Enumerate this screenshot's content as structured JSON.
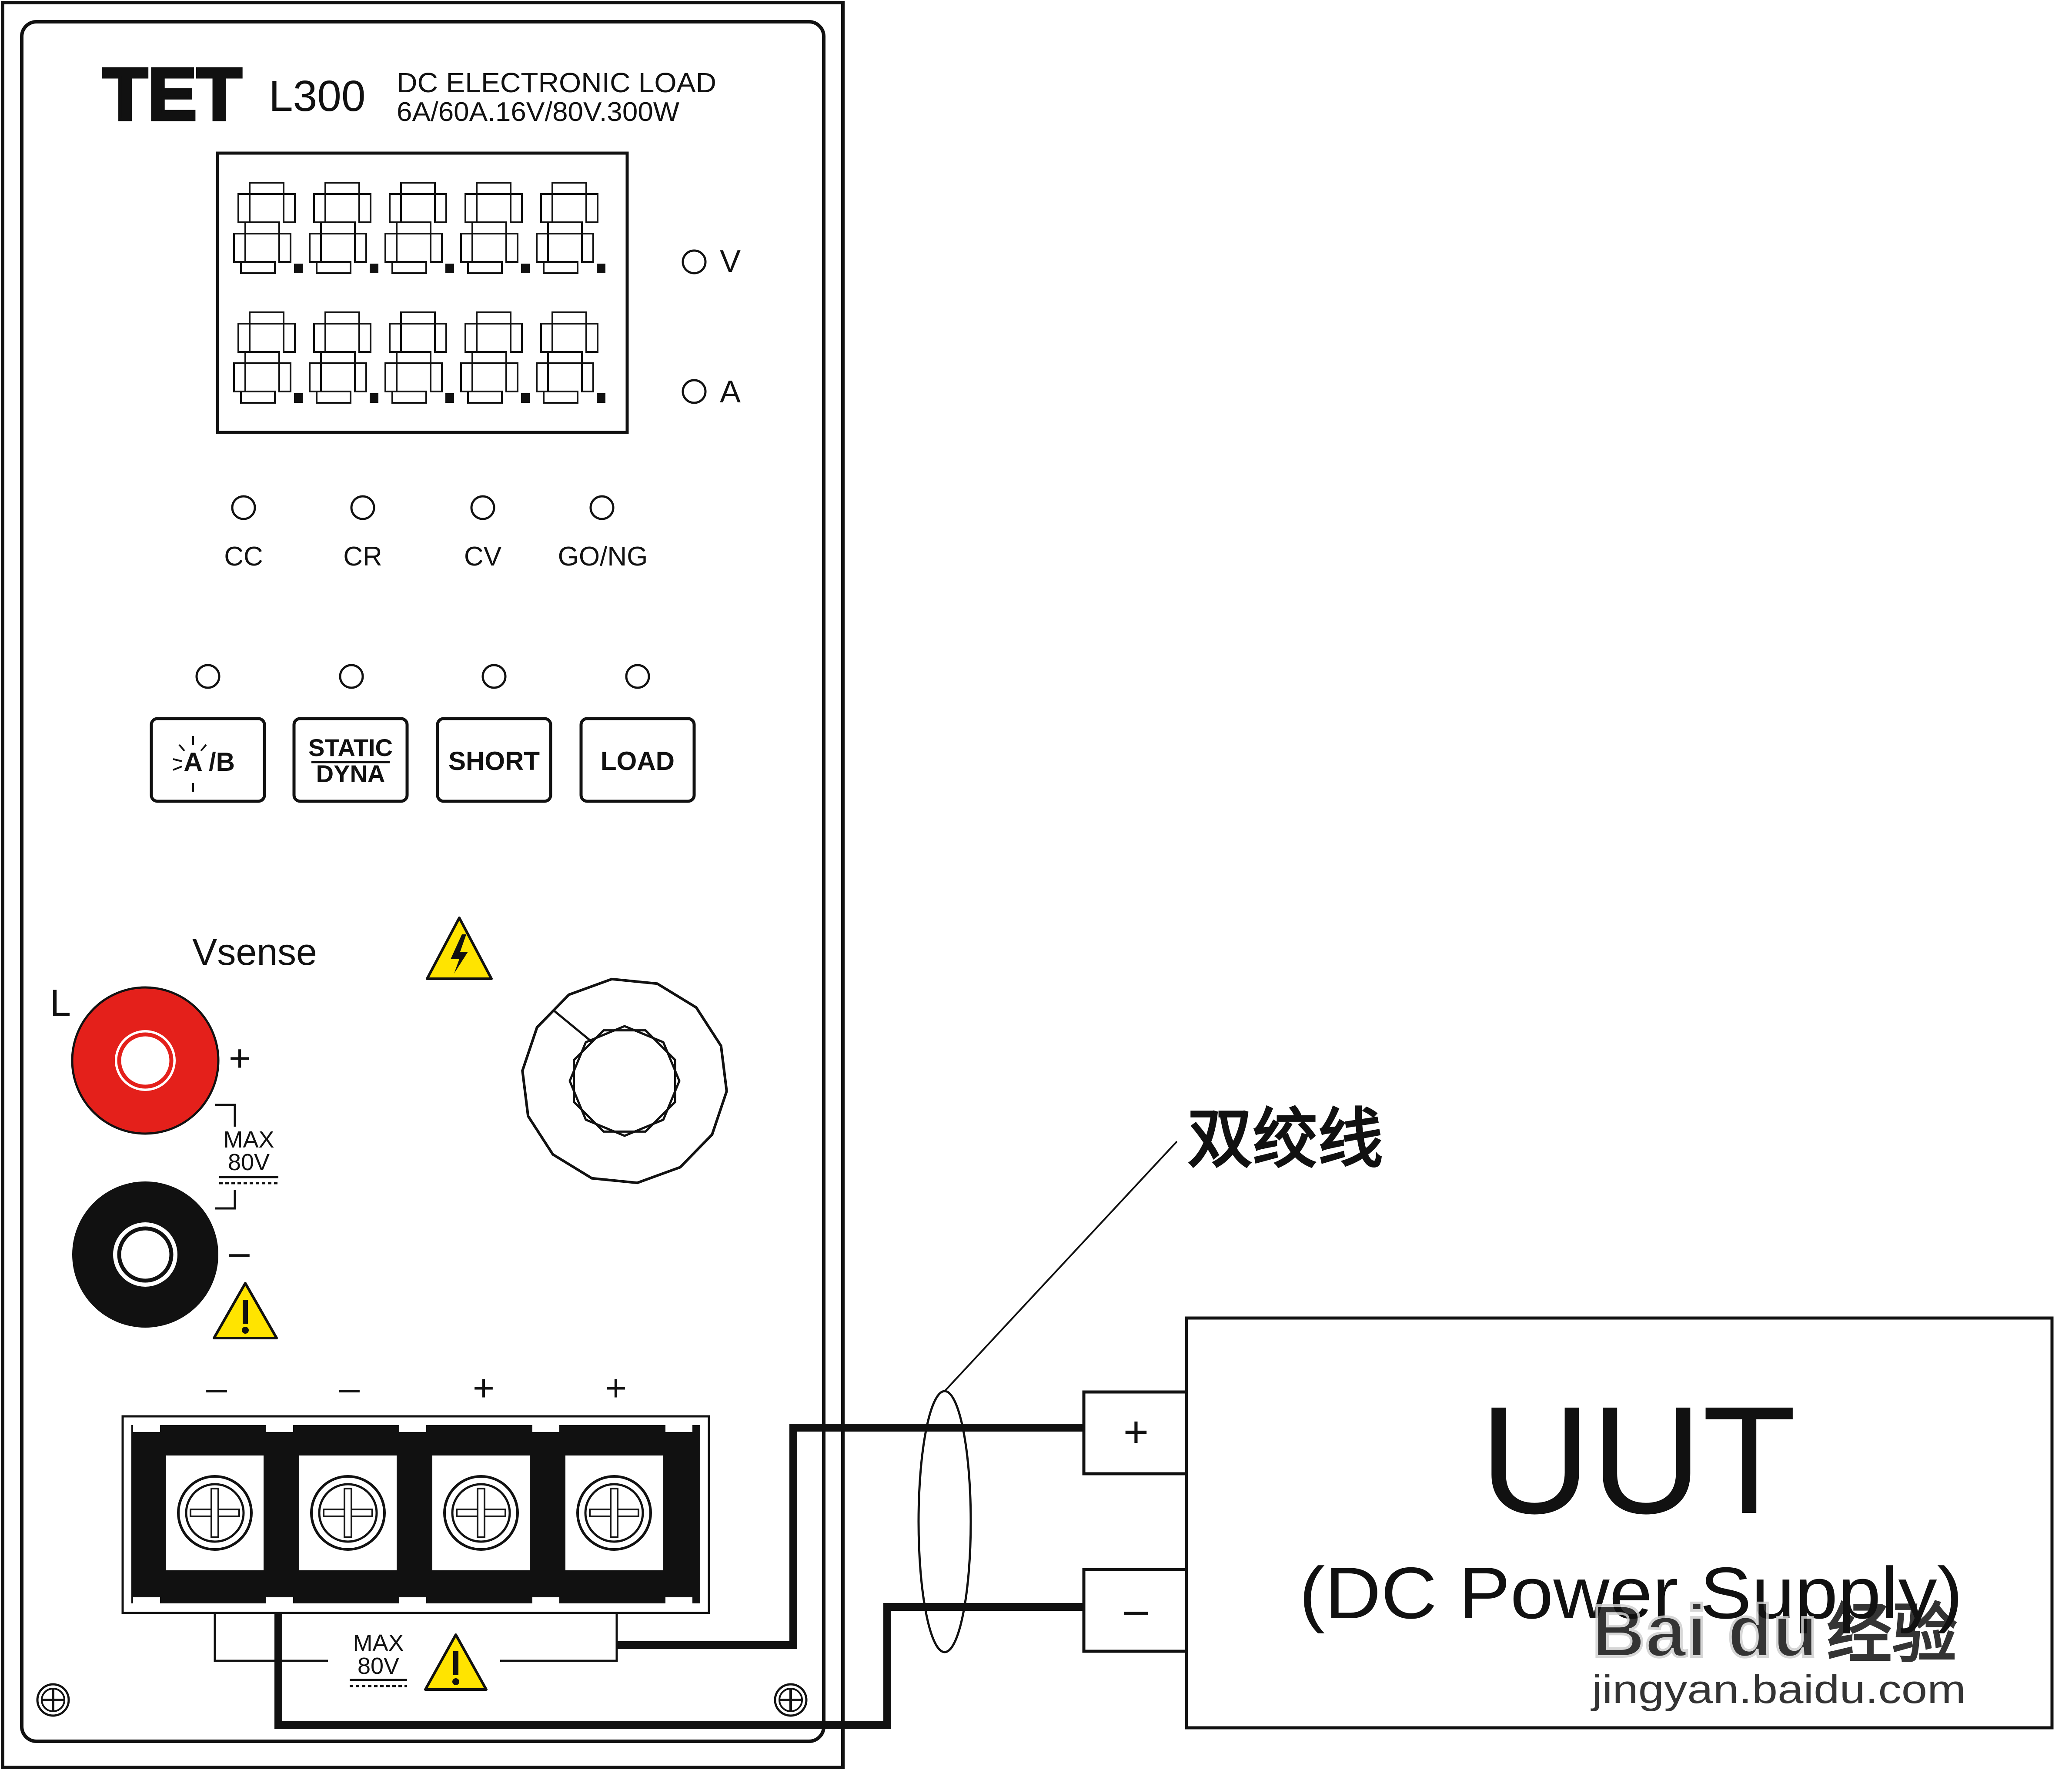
{
  "instrument": {
    "brand_logo_text": "TET",
    "model": "L300",
    "title": "DC ELECTRONIC LOAD",
    "spec": "6A/60A.16V/80V.300W",
    "display_units": [
      "V",
      "A"
    ]
  },
  "mode_indicators": [
    "CC",
    "CR",
    "CV",
    "GO/NG"
  ],
  "buttons": {
    "ab": {
      "a": "A",
      "b": "/B"
    },
    "static_dyna": {
      "top": "STATIC",
      "bottom": "DYNA"
    },
    "short": "SHORT",
    "load": "LOAD"
  },
  "vsense": {
    "label": "Vsense",
    "l_label": "L",
    "plus": "+",
    "minus": "–",
    "max_label": "MAX",
    "max_value": "80V"
  },
  "terminals": {
    "polarities": [
      "–",
      "–",
      "+",
      "+"
    ],
    "max_label": "MAX",
    "max_value": "80V"
  },
  "cable_label": "双绞线",
  "uut": {
    "title": "UUT",
    "subtitle": "(DC Power Supply)",
    "plus": "+",
    "minus": "–"
  },
  "watermark": {
    "brand": "Bai du",
    "brand_cn": "经验",
    "url": "jingyan.baidu.com"
  },
  "colors": {
    "line": "#111111",
    "vsense_plus": "#e4201b",
    "vsense_minus": "#111111",
    "warning": "#ffe400",
    "watermark": "#d8d8d8"
  }
}
